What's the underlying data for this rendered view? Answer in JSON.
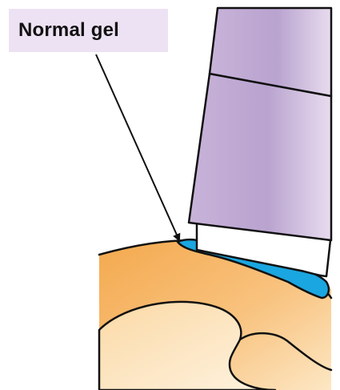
{
  "diagram": {
    "label": "Normal gel",
    "colors": {
      "label_background": "#ede2f3",
      "probe_light": "#e8dcef",
      "probe_mid": "#c8b3d9",
      "probe_dark": "#a994c2",
      "probe_tip": "#ffffff",
      "gel": "#1aa6e0",
      "skin_light": "#fde7c4",
      "skin_dark": "#f4a94e",
      "outline": "#111111"
    },
    "elements": [
      "ultrasound-probe",
      "gel-layer",
      "skin-surface",
      "label-arrow"
    ]
  }
}
